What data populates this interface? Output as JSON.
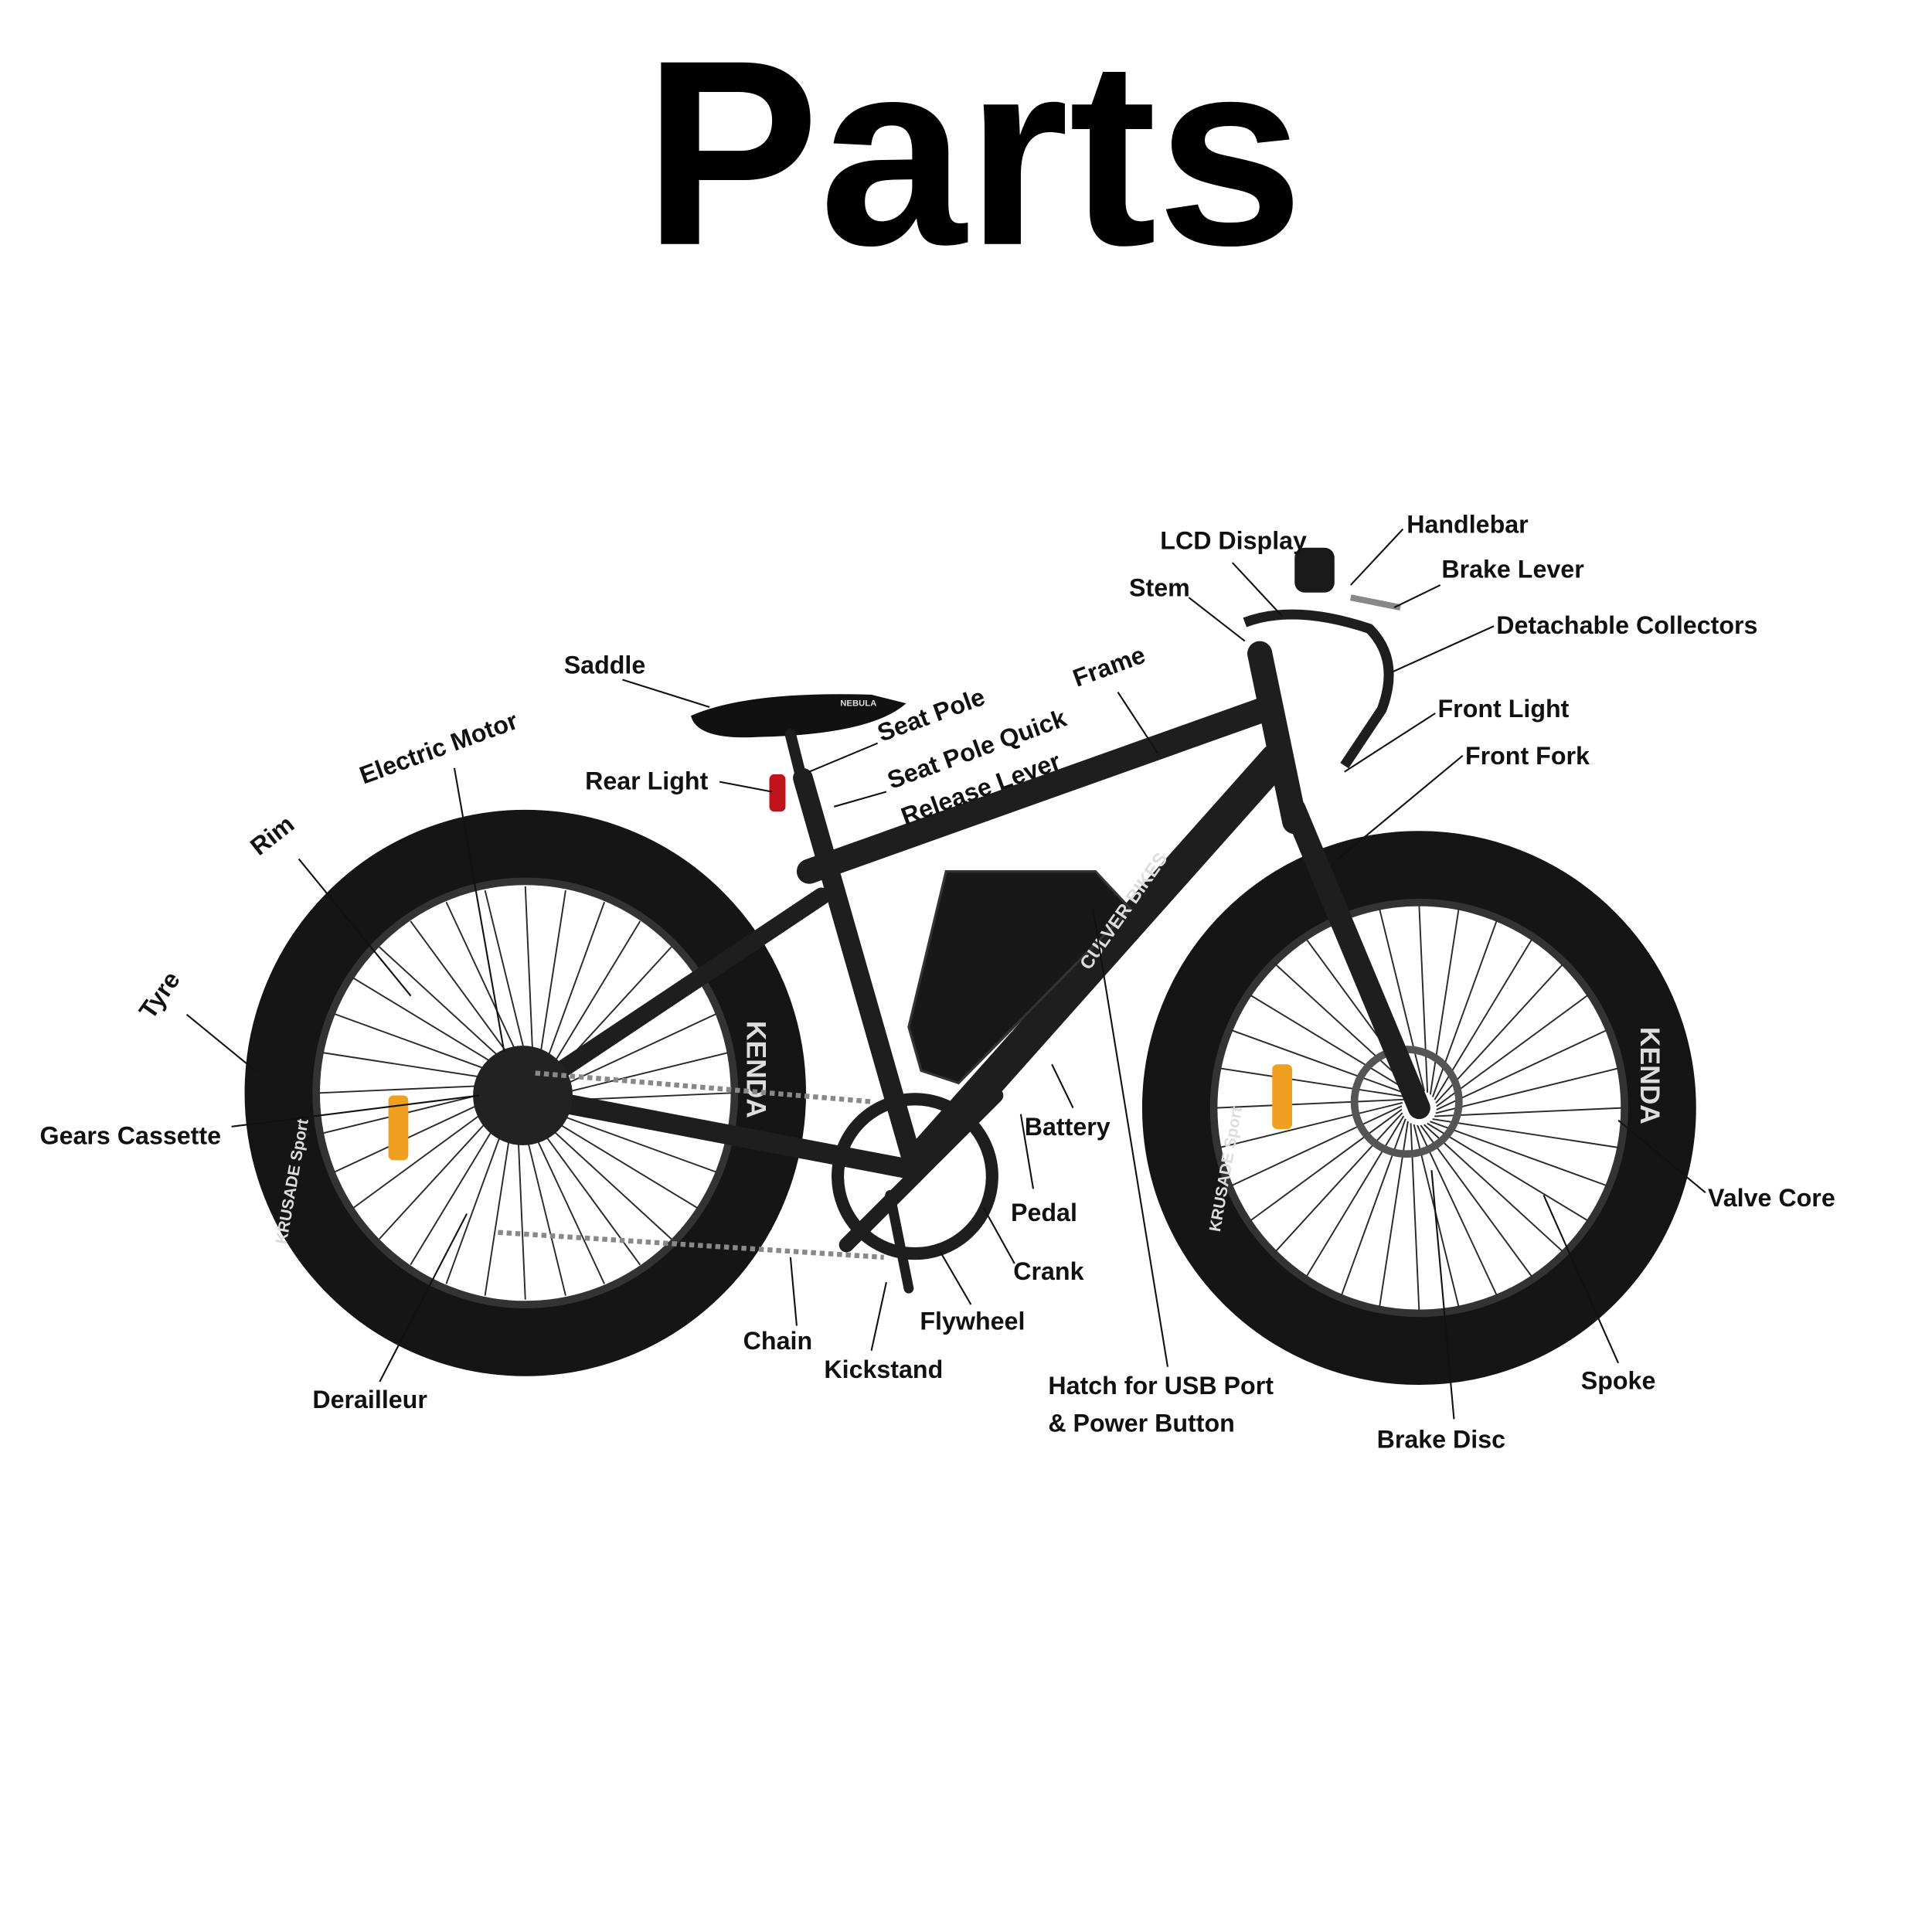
{
  "title": "Parts",
  "labels": {
    "handlebar": "Handlebar",
    "brake_lever": "Brake Lever",
    "lcd_display": "LCD Display",
    "stem": "Stem",
    "detachable_collectors": "Detachable Collectors",
    "front_light": "Front Light",
    "front_fork": "Front Fork",
    "saddle": "Saddle",
    "seat_pole": "Seat Pole",
    "seat_pole_quick_release_line1": "Seat Pole Quick",
    "seat_pole_quick_release_line2": "Release Lever",
    "frame": "Frame",
    "rear_light": "Rear Light",
    "electric_motor": "Electric Motor",
    "rim": "Rim",
    "tyre": "Tyre",
    "gears_cassette": "Gears Cassette",
    "derailleur": "Derailleur",
    "chain": "Chain",
    "kickstand": "Kickstand",
    "flywheel": "Flywheel",
    "crank": "Crank",
    "pedal": "Pedal",
    "battery": "Battery",
    "hatch_line1": "Hatch for USB Port",
    "hatch_line2": "& Power Button",
    "valve_core": "Valve Core",
    "spoke": "Spoke",
    "brake_disc": "Brake Disc"
  },
  "product_logos": {
    "frame_brand": "CULVER BIKES",
    "tire_brand": "KENDA",
    "tire_model": "KRUSADE Sport",
    "saddle_brand": "NEBULA"
  },
  "colors": {
    "frame": "#1e1e1e",
    "rear_light": "#c0141c",
    "reflector": "#f0a020",
    "tire_logo_red": "#d0202a"
  }
}
